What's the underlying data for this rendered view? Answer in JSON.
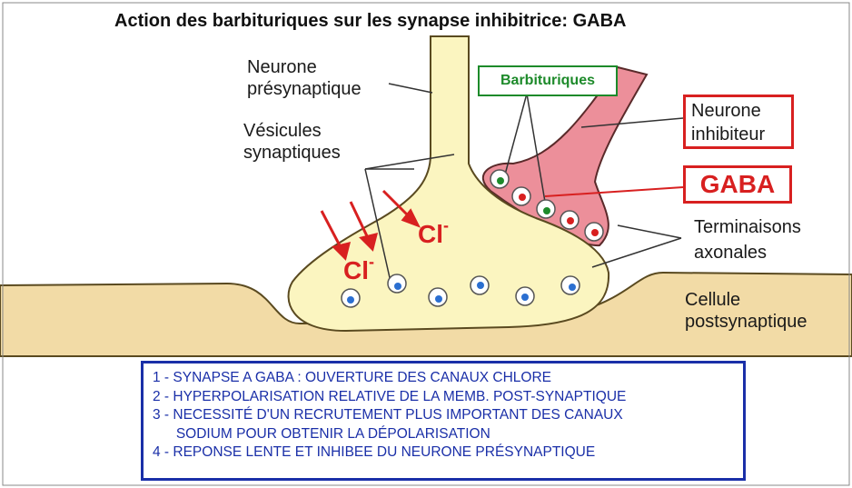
{
  "title": "Action des barbituriques sur les synapse inhibitrice: GABA",
  "labels": {
    "neurone_presynaptique": [
      "Neurone",
      "présynaptique"
    ],
    "vesicules": [
      "Vésicules",
      "synaptiques"
    ],
    "barbituriques": "Barbituriques",
    "neurone_inhibiteur": [
      "Neurone",
      "inhibiteur"
    ],
    "gaba": "GABA",
    "terminaisons": [
      "Terminaisons",
      "axonales"
    ],
    "cellule": [
      "Cellule",
      "postsynaptique"
    ],
    "chlore": "Cl",
    "charge": "-"
  },
  "legend": [
    "1 - SYNAPSE A GABA : OUVERTURE DES CANAUX CHLORE",
    "2 - HYPERPOLARISATION RELATIVE DE LA MEMB. POST-SYNAPTIQUE",
    "3 - NECESSITÉ D'UN RECRUTEMENT PLUS IMPORTANT DES CANAUX",
    "      SODIUM POUR OBTENIR LA DÉPOLARISATION",
    "4 - REPONSE LENTE ET INHIBEE DU NEURONE PRÉSYNAPTIQUE"
  ],
  "colors": {
    "axon": "#fbf5c0",
    "postsynaptic": "#f2dba6",
    "inhibitor": "#ec8f9a",
    "vesicle_blue": "#2b6fd1",
    "vesicle_red": "#d81f1f",
    "vesicle_green": "#1d8a2a",
    "arrow": "#d82020",
    "legend": "#1a2fa8"
  }
}
